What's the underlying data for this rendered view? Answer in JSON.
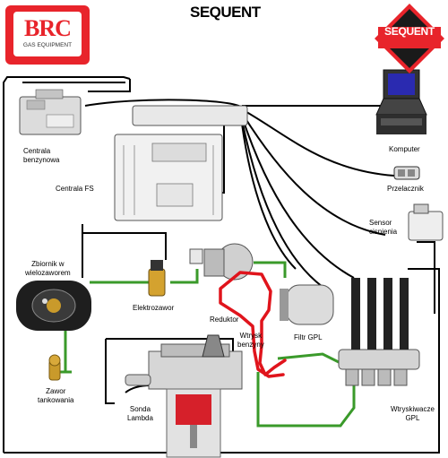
{
  "header": {
    "title": "SEQUENT",
    "brand_logo_text": "BRC",
    "brand_logo_subtext": "GAS EQUIPMENT",
    "sequent_logo_text": "SEQUENT"
  },
  "labels": {
    "centrala_benzynowa_1": "Centrala",
    "centrala_benzynowa_2": "benzynowa",
    "centrala_fs": "Centrala FS",
    "komputer": "Komputer",
    "przelacznik": "Przelacznik",
    "sensor_1": "Sensor",
    "sensor_2": "cisnienia",
    "zbiornik_1": "Zbiornik w",
    "zbiornik_2": "wielozaworem",
    "elektrozawor": "Elektrozawor",
    "reduktor": "Reduktor",
    "wtrysk_benz_1": "Wtrysk",
    "wtrysk_benz_2": "benzyny",
    "filtr_gpl": "Filtr GPL",
    "zawor_1": "Zawor",
    "zawor_2": "tankowania",
    "sonda_1": "Sonda",
    "sonda_2": "Lambda",
    "wtryskiwacze_1": "Wtryskiwacze",
    "wtryskiwacze_2": "GPL"
  },
  "colors": {
    "brand_red": "#e8242b",
    "gas_line_green": "#3a9a2a",
    "annotation_red": "#e0141c",
    "wire_black": "#000000",
    "component_grey": "#cfcfcf"
  }
}
